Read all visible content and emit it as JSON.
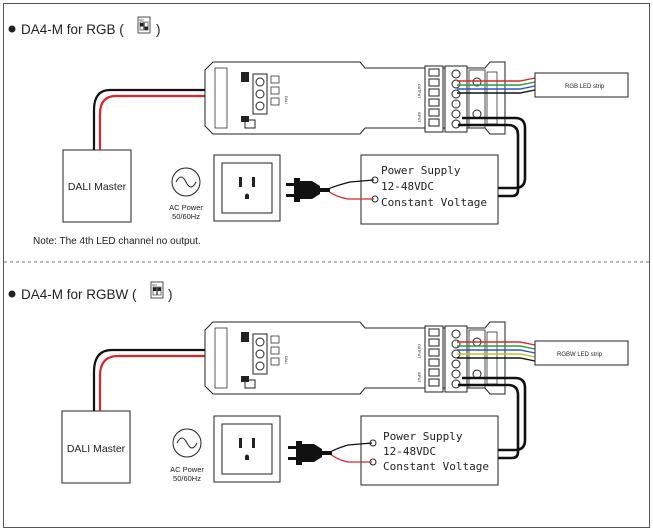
{
  "rgb": {
    "title": "DA4-M for RGB (",
    "title_close": ")",
    "switch_top_label": "ON",
    "switch_bottom_label": "1 2",
    "led_strip_label": "RGB LED strip",
    "dali_label": "DALI Master",
    "ac_label_1": "AC Power",
    "ac_label_2": "50/60Hz",
    "psu_line_1": "Power Supply",
    "psu_line_2": "12-48VDC",
    "psu_line_3": "Constant Voltage",
    "note": "Note: The 4th LED channel no output."
  },
  "rgbw": {
    "title": "DA4-M for RGBW (",
    "title_close": ")",
    "switch_top_label": "ON",
    "switch_bottom_label": "1 2",
    "led_strip_label": "RGBW LED strip",
    "dali_label": "DALI Master",
    "ac_label_1": "AC Power",
    "ac_label_2": "50/60Hz",
    "psu_line_1": "Power Supply",
    "psu_line_2": "12-48VDC",
    "psu_line_3": "Constant Voltage"
  },
  "colors": {
    "positive": "#d9262b",
    "negative": "#111111",
    "divider": "#777777"
  },
  "icons": [
    "bullet-icon",
    "dip-switch-icon",
    "ac-sine-icon",
    "wall-socket-icon",
    "plug-icon"
  ]
}
